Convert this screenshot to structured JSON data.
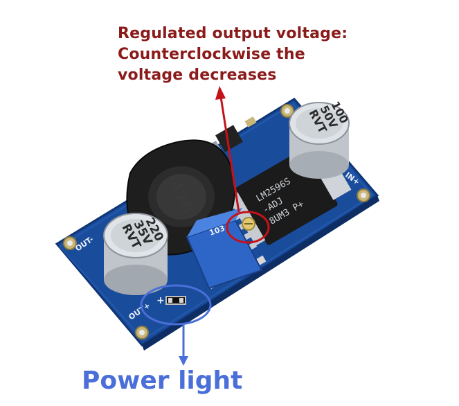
{
  "annotations": {
    "adjust_note": {
      "lines": [
        "Regulated output voltage:",
        "Counterclockwise the",
        "voltage decreases"
      ],
      "color": "#8b1a1a"
    },
    "power_light": {
      "label": "Power light",
      "color": "#4a6fd8"
    }
  },
  "board": {
    "pcb_color": "#1a4c9c",
    "markings": {
      "in_plus": "IN+",
      "out_minus": "OUT-",
      "out_plus": "OUT+",
      "plus_sign": "+"
    },
    "inductor": {
      "label": "470"
    },
    "capacitor_input": {
      "value": "100",
      "voltage": "50V",
      "brand": "RVT"
    },
    "capacitor_output": {
      "value": "220",
      "voltage": "35V",
      "brand": "RVT"
    },
    "regulator_ic": {
      "line1": "LM2596S",
      "line2": "-ADJ",
      "line3": "8UM3 P+"
    },
    "potentiometer": {
      "label": "103"
    }
  }
}
